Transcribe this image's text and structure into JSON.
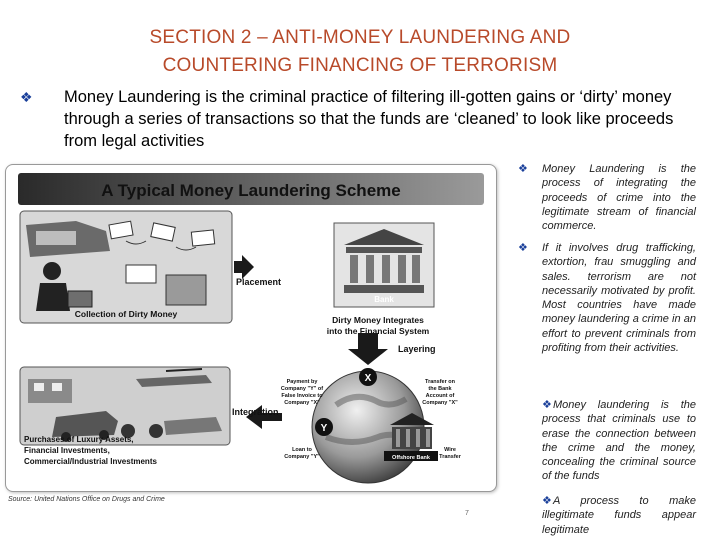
{
  "title_line1": "SECTION 2 – ANTI-MONEY LAUNDERING AND",
  "title_line2": "COUNTERING FINANCING OF TERRORISM",
  "main_bullet": "Money Laundering is the criminal practice of filtering ill-gotten gains or ‘dirty’ money through a  series of transactions so that the funds are ‘cleaned’ to look like proceeds from legal activities",
  "diagram": {
    "heading": "A Typical Money Laundering Scheme",
    "collection": "Collection of Dirty Money",
    "placement": "Placement",
    "bank": "Bank",
    "integrates_1": "Dirty Money Integrates",
    "integrates_2": "into the Financial System",
    "layering": "Layering",
    "integration": "Integration",
    "purchases_1": "Purchases of Luxury Assets,",
    "purchases_2": "Financial Investments,",
    "purchases_3": "Commercial/Industrial Investments",
    "payment_1": "Payment by",
    "payment_2": "Company \"Y\" of",
    "payment_3": "False Invoice to",
    "payment_4": "Company \"X\"",
    "transfer_1": "Transfer on",
    "transfer_2": "the Bank",
    "transfer_3": "Account of",
    "transfer_4": "Company \"X\"",
    "loan_1": "Loan to",
    "loan_2": "Company \"Y\"",
    "wire_1": "Wire",
    "wire_2": "Transfer",
    "offshore": "Offshore Bank",
    "x": "X",
    "y": "Y"
  },
  "source": "Source:  United Nations Office on Drugs and Crime",
  "page_number": "7",
  "side_bullets": [
    "Money Laundering is the process of integrating the proceeds of crime into the legitimate stream of financial commerce.",
    "If it involves drug trafficking, extortion, frau smuggling and sales. terrorism are not necessarily motivated by profit. Most countries have made money laundering a crime in an effort to prevent criminals from profiting from their activities.",
    "Money laundering is the process that criminals use to erase the connection between the crime and the money, concealing the criminal source of the funds",
    "A process to make illegitimate funds appear legitimate"
  ],
  "colors": {
    "title": "#b84a2a",
    "bullet": "#1a3f9a"
  },
  "bullet_icon": "diamond-bullet-icon"
}
